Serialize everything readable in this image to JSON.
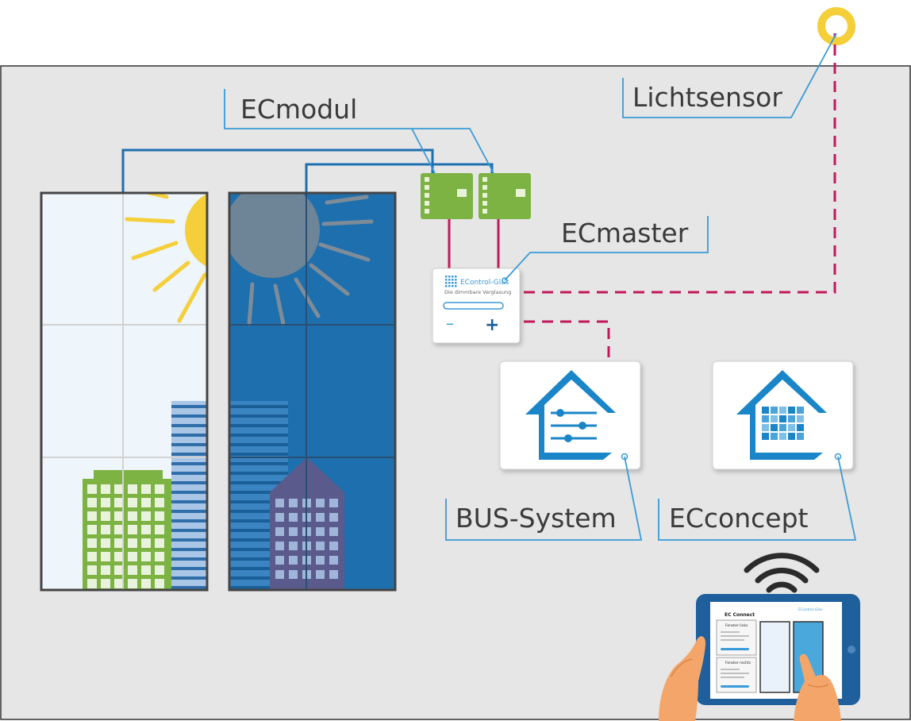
{
  "labels": {
    "ecmodul": "ECmodul",
    "ecmaster": "ECmaster",
    "lichtsensor": "Lichtsensor",
    "bus_system": "BUS-System",
    "ecconcept": "ECconcept"
  },
  "device": {
    "brand": "EControl-Glas",
    "tagline": "Die dimmbare Verglasung",
    "minus": "–",
    "plus": "+"
  },
  "tablet": {
    "app_title": "EC Connect",
    "brand": "EControl-Glas",
    "panel_1_title": "Fenster links",
    "panel_2_title": "Fenster rechts"
  },
  "colors": {
    "background": "#e6e6e6",
    "border": "#333333",
    "leader_line": "#3a9bd6",
    "bus_line": "#c2185b",
    "module_green": "#7cb342",
    "sun_yellow": "#f4cf3a",
    "tinted_glass": "#1e6fae",
    "clear_glass": "#eef5fb",
    "accent_blue": "#1a86c8"
  },
  "icons": [
    "sun-icon",
    "house-sliders-icon",
    "house-grid-icon",
    "wifi-icon",
    "light-sensor-icon"
  ]
}
